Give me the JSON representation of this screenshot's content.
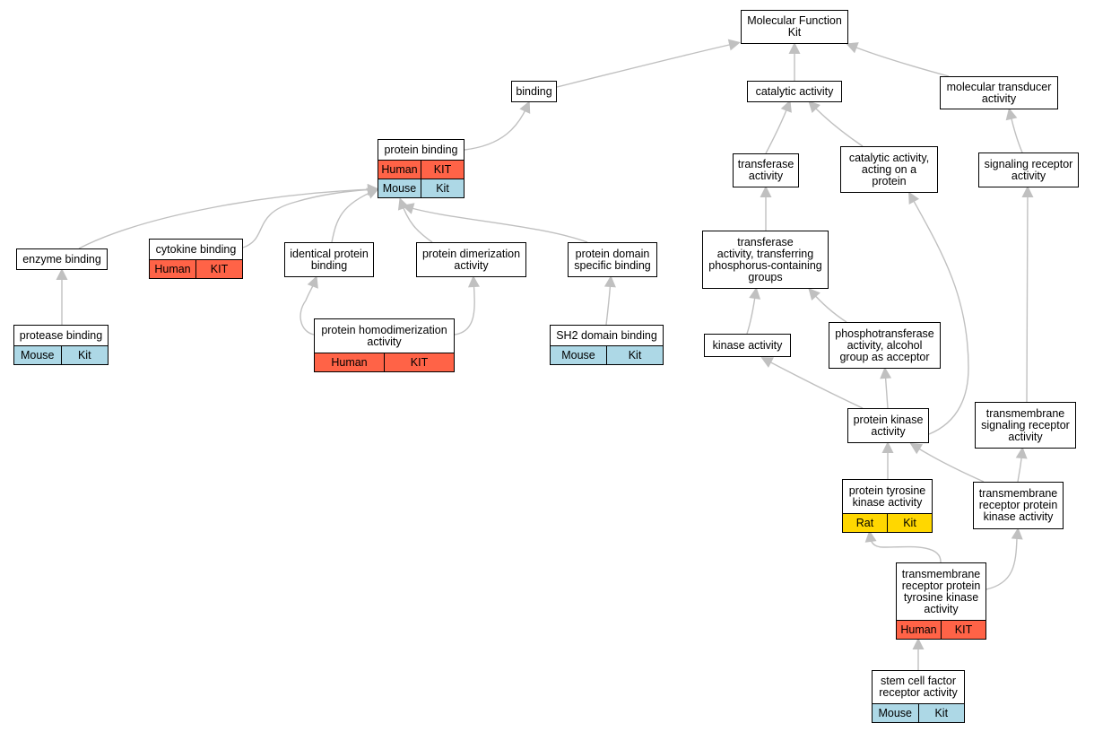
{
  "colors": {
    "human": "#ff6347",
    "mouse": "#add8e6",
    "rat": "#ffd700",
    "edge": "#c0c0c0",
    "border": "#000000"
  },
  "nodes": {
    "mf": {
      "label": "Molecular Function\nKit"
    },
    "binding": {
      "label": "binding"
    },
    "catalytic": {
      "label": "catalytic activity"
    },
    "transducer": {
      "label": "molecular transducer\nactivity"
    },
    "protein_binding": {
      "label": "protein binding",
      "rows": [
        [
          "Human",
          "KIT"
        ],
        [
          "Mouse",
          "Kit"
        ]
      ]
    },
    "transferase": {
      "label": "transferase\nactivity"
    },
    "catalytic_protein": {
      "label": "catalytic activity,\nacting on a\nprotein"
    },
    "signaling_receptor": {
      "label": "signaling receptor\nactivity"
    },
    "enzyme_binding": {
      "label": "enzyme binding"
    },
    "cytokine_binding": {
      "label": "cytokine binding",
      "rows": [
        [
          "Human",
          "KIT"
        ]
      ]
    },
    "identical_binding": {
      "label": "identical protein\nbinding"
    },
    "dimerization": {
      "label": "protein dimerization\nactivity"
    },
    "domain_binding": {
      "label": "protein domain\nspecific binding"
    },
    "transferase_phos": {
      "label": "transferase\nactivity, transferring\nphosphorus-containing\ngroups"
    },
    "protease_binding": {
      "label": "protease binding",
      "rows": [
        [
          "Mouse",
          "Kit"
        ]
      ]
    },
    "homodimerization": {
      "label": "protein homodimerization\nactivity",
      "rows": [
        [
          "Human",
          "KIT"
        ]
      ]
    },
    "sh2_binding": {
      "label": "SH2 domain binding",
      "rows": [
        [
          "Mouse",
          "Kit"
        ]
      ]
    },
    "kinase": {
      "label": "kinase activity"
    },
    "phosphotransferase": {
      "label": "phosphotransferase\nactivity, alcohol\ngroup as acceptor"
    },
    "protein_kinase": {
      "label": "protein kinase\nactivity"
    },
    "tm_signaling": {
      "label": "transmembrane\nsignaling receptor\nactivity"
    },
    "tyrosine_kinase": {
      "label": "protein tyrosine\nkinase activity",
      "rows": [
        [
          "Rat",
          "Kit"
        ]
      ]
    },
    "tm_receptor_kinase": {
      "label": "transmembrane\nreceptor protein\nkinase activity"
    },
    "tm_receptor_tyrosine": {
      "label": "transmembrane\nreceptor protein\ntyrosine kinase\nactivity",
      "rows": [
        [
          "Human",
          "KIT"
        ]
      ]
    },
    "scf_receptor": {
      "label": "stem cell factor\nreceptor activity",
      "rows": [
        [
          "Mouse",
          "Kit"
        ]
      ]
    }
  },
  "edges": [
    [
      "binding",
      "mf"
    ],
    [
      "catalytic",
      "mf"
    ],
    [
      "transducer",
      "mf"
    ],
    [
      "protein_binding",
      "binding"
    ],
    [
      "transferase",
      "catalytic"
    ],
    [
      "catalytic_protein",
      "catalytic"
    ],
    [
      "signaling_receptor",
      "transducer"
    ],
    [
      "enzyme_binding",
      "protein_binding"
    ],
    [
      "cytokine_binding",
      "protein_binding"
    ],
    [
      "identical_binding",
      "protein_binding"
    ],
    [
      "dimerization",
      "protein_binding"
    ],
    [
      "domain_binding",
      "protein_binding"
    ],
    [
      "protease_binding",
      "enzyme_binding"
    ],
    [
      "homodimerization",
      "identical_binding"
    ],
    [
      "homodimerization",
      "dimerization"
    ],
    [
      "sh2_binding",
      "domain_binding"
    ],
    [
      "transferase_phos",
      "transferase"
    ],
    [
      "kinase",
      "transferase_phos"
    ],
    [
      "phosphotransferase",
      "transferase_phos"
    ],
    [
      "protein_kinase",
      "kinase"
    ],
    [
      "protein_kinase",
      "phosphotransferase"
    ],
    [
      "protein_kinase",
      "catalytic_protein"
    ],
    [
      "tm_signaling",
      "signaling_receptor"
    ],
    [
      "tyrosine_kinase",
      "protein_kinase"
    ],
    [
      "tm_receptor_kinase",
      "protein_kinase"
    ],
    [
      "tm_receptor_kinase",
      "tm_signaling"
    ],
    [
      "tm_receptor_tyrosine",
      "tyrosine_kinase"
    ],
    [
      "tm_receptor_tyrosine",
      "tm_receptor_kinase"
    ],
    [
      "scf_receptor",
      "tm_receptor_tyrosine"
    ]
  ]
}
